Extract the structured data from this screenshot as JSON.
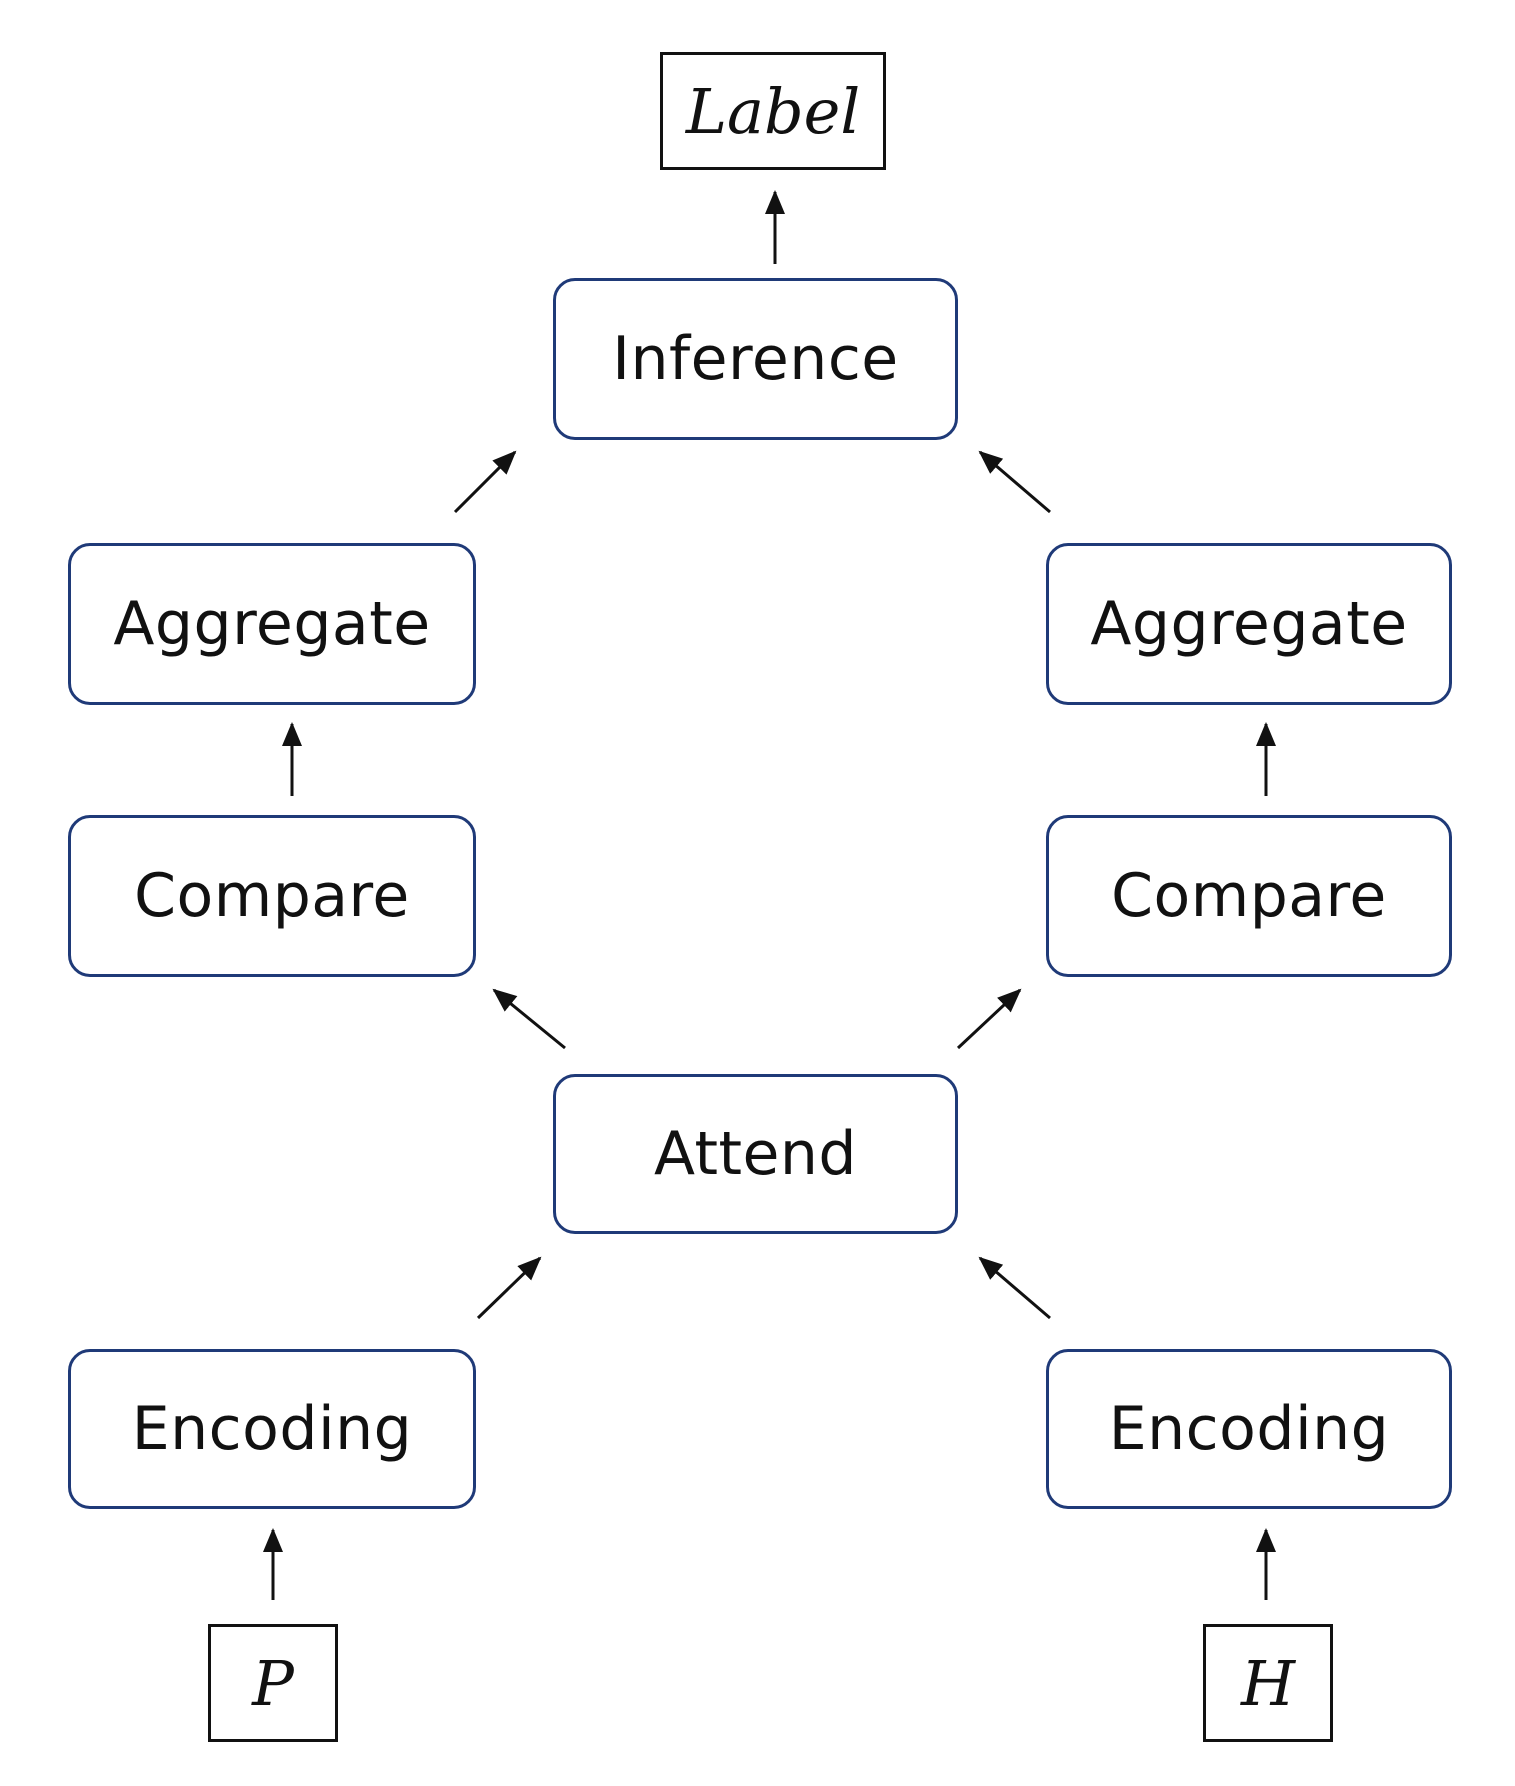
{
  "diagram": {
    "nodes": {
      "label": "Label",
      "inference": "Inference",
      "aggregate_left": "Aggregate",
      "aggregate_right": "Aggregate",
      "compare_left": "Compare",
      "compare_right": "Compare",
      "attend": "Attend",
      "encoding_left": "Encoding",
      "encoding_right": "Encoding",
      "premise": "P",
      "hypothesis": "H"
    },
    "edges": [
      {
        "from": "premise",
        "to": "encoding_left"
      },
      {
        "from": "hypothesis",
        "to": "encoding_right"
      },
      {
        "from": "encoding_left",
        "to": "attend"
      },
      {
        "from": "encoding_right",
        "to": "attend"
      },
      {
        "from": "attend",
        "to": "compare_left"
      },
      {
        "from": "attend",
        "to": "compare_right"
      },
      {
        "from": "compare_left",
        "to": "aggregate_left"
      },
      {
        "from": "compare_right",
        "to": "aggregate_right"
      },
      {
        "from": "aggregate_left",
        "to": "inference"
      },
      {
        "from": "aggregate_right",
        "to": "inference"
      },
      {
        "from": "inference",
        "to": "label"
      }
    ],
    "colors": {
      "process_border": "#1f3a78",
      "io_border": "#111111",
      "arrow": "#111111"
    }
  }
}
